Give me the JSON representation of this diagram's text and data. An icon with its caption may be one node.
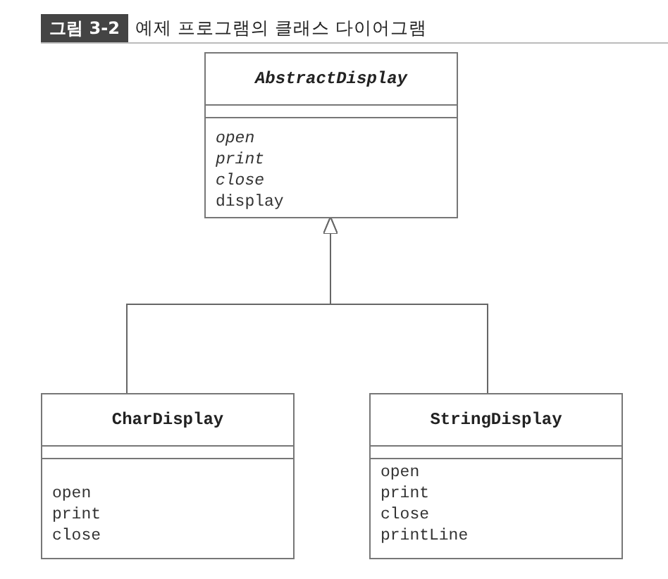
{
  "diagram": {
    "title": "예제 프로그램의 클래스 다이어그램",
    "nodes": [
      {
        "text": [
          "AbstractDisplay",
          "open",
          "print",
          "close",
          "display"
        ]
      },
      {
        "text": [
          "CharDisplay",
          "open",
          "print",
          "close"
        ]
      },
      {
        "text": [
          "StringDisplay",
          "open",
          "print",
          "close",
          "printLine"
        ]
      }
    ],
    "edges": [
      {
        "from": 1,
        "to": 0,
        "arrow": "to"
      },
      {
        "from": 2,
        "to": 0,
        "arrow": "to"
      }
    ],
    "labels": [
      "그림 3-2"
    ]
  }
}
